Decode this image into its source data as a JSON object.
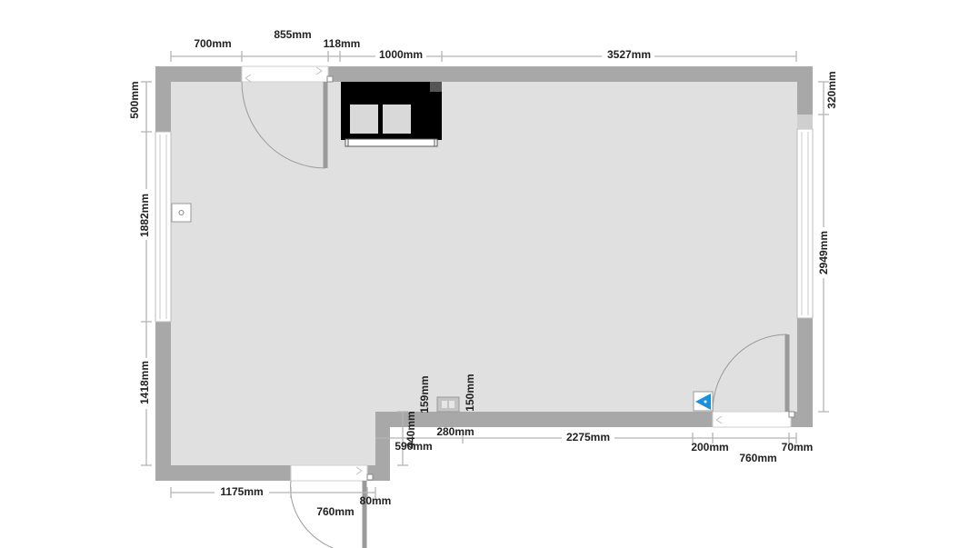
{
  "colors": {
    "wall": "#a8a8a8",
    "floor": "#e0e0e0",
    "dimension_line": "#b5b5b5",
    "dimension_text": "#222222",
    "furniture": "#000000",
    "accent_icon": "#1a8fe0"
  },
  "icons": {
    "sofa": "two-seat-sofa-icon",
    "wall_socket": "wall-socket-icon",
    "light_switch": "light-switch-icon",
    "wall_lamp": "wall-lamp-icon"
  },
  "dimensions": {
    "top_700": "700mm",
    "top_855": "855mm",
    "top_118": "118mm",
    "top_1000": "1000mm",
    "top_3527": "3527mm",
    "right_320": "320mm",
    "right_2949": "2949mm",
    "left_500": "500mm",
    "left_1882": "1882mm",
    "left_1418": "1418mm",
    "mid_159": "159mm",
    "mid_150": "150mm",
    "mid_440": "440mm",
    "mid_590": "590mm",
    "mid_280": "280mm",
    "mid_2275": "2275mm",
    "mid_200": "200mm",
    "mid_760": "760mm",
    "mid_70": "70mm",
    "bottom_1175": "1175mm",
    "bottom_80": "80mm",
    "bottom_760": "760mm"
  }
}
